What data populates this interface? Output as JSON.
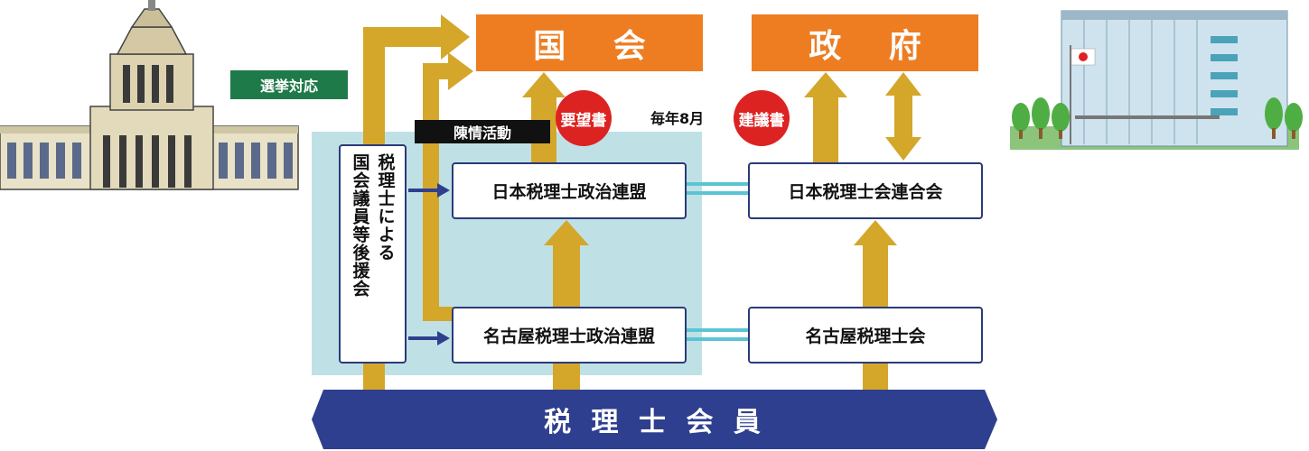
{
  "top": {
    "diet_label": "国 会",
    "government_label": "政 府"
  },
  "tags": {
    "election": "選挙対応",
    "petition": "陳情活動",
    "request_doc": "要望書",
    "annual": "毎年8月",
    "proposal_doc": "建議書"
  },
  "support_box": {
    "line1": "税理士による",
    "line2": "国会議員等後援会"
  },
  "nodes": {
    "japan_league": "日本税理士政治連盟",
    "japan_federation": "日本税理士会連合会",
    "nagoya_league": "名古屋税理士政治連盟",
    "nagoya_association": "名古屋税理士会"
  },
  "bottom": {
    "members": "税 理 士 会 員"
  },
  "colors": {
    "orange": "#ee7d22",
    "gold_arrow": "#d4a62a",
    "navy": "#2f3f8f",
    "light_blue_panel": "#bfe1e6",
    "green_tag": "#1f7a4a",
    "red_circle": "#dd2222",
    "link_lines": "#5bc4d4"
  },
  "icons": {
    "diet_building": "national-diet-building-icon",
    "government_building": "government-office-building-icon"
  }
}
